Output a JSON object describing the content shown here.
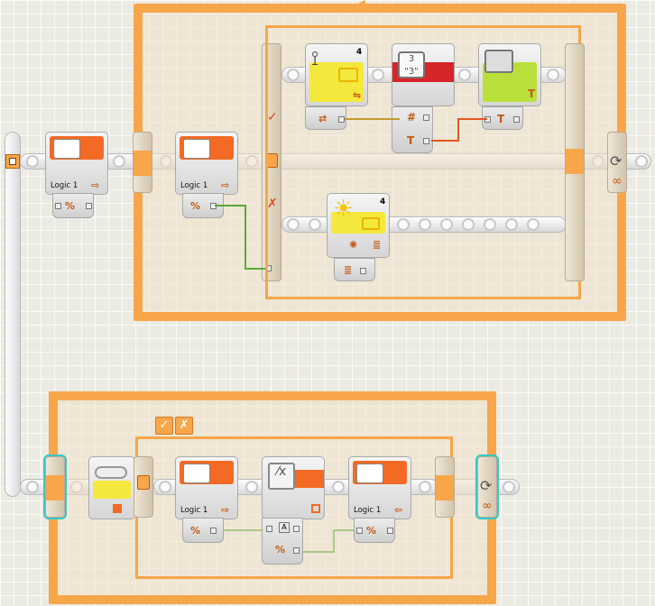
{
  "canvas": {
    "type": "NXT-G program"
  },
  "top_loop": {
    "start_block": {
      "label": "Logic 1"
    },
    "switch_true_icon": "✓",
    "switch_false_icon": "✗",
    "switch_logic_block": {
      "label": "Logic 1"
    },
    "true_branch": {
      "send_message_block": {
        "port_number": "4",
        "icon": "bluetooth-send-icon"
      },
      "number_to_text_block": {
        "icon": "number-to-text-icon",
        "number_port": "#",
        "text_port": "T"
      },
      "display_block": {
        "icon": "display-icon",
        "text_port": "T"
      }
    },
    "false_branch": {
      "lamp_block": {
        "port_number": "4",
        "icon": "lamp-icon"
      }
    },
    "loop_icon": "∞"
  },
  "bottom_loop": {
    "switch_tabs": [
      "✓",
      "✗"
    ],
    "switch_logic_block": {
      "label": "Logic 1"
    },
    "logic_operation_block": {
      "icon": "logic-operation-icon",
      "input_a": "A"
    },
    "end_logic_block": {
      "label": "Logic 1"
    },
    "loop_icon": "∞"
  },
  "colors": {
    "loop_frame": "#f8a64a",
    "logic_face": "#f26a24",
    "action_face": "#f5e83c",
    "grid": "#ecebe3"
  }
}
